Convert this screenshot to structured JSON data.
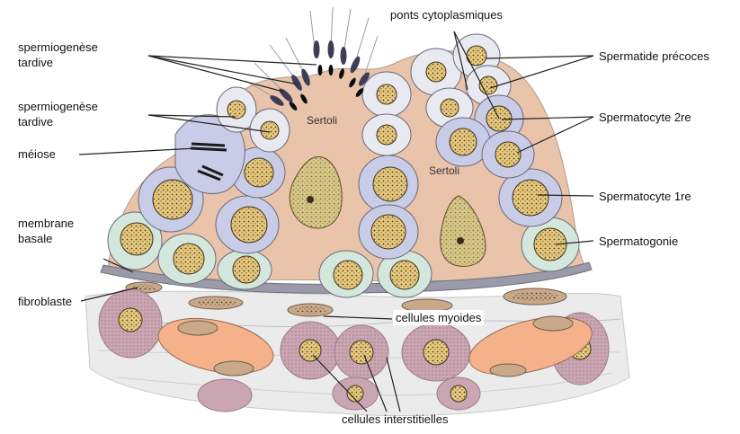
{
  "labels": {
    "spermiogenese_tardive_1": [
      "spermiogenèse",
      "tardive"
    ],
    "spermiogenese_tardive_2": [
      "spermiogenèse",
      "tardive"
    ],
    "meiose": "méiose",
    "membrane_basale": [
      "membrane",
      "basale"
    ],
    "fibroblaste": "fibroblaste",
    "ponts_cytoplasmiques": "ponts cytoplasmiques",
    "spermatide_precoces": "Spermatide précoces",
    "spermatocyte_2re": "Spermatocyte 2re",
    "spermatocyte_1re": "Spermatocyte 1re",
    "spermatogonie": "Spermatogonie",
    "cellules_myoides": "cellules myoides",
    "cellules_interstitielles": "cellules interstitielles",
    "sertoli_left": "Sertoli",
    "sertoli_right": "Sertoli"
  },
  "colors": {
    "sertoli": "#e9c3aa",
    "spermatogonia": "#d4e7dc",
    "primary_spermatocyte": "#c9cce6",
    "spermatid": "#e8e9f1",
    "nucleus": "#e7c97d",
    "nucleus_spots": "#4a3a22",
    "interstitial": "#c9a6b2",
    "orange_cell": "#f5b189",
    "basement": "#9a9aa8"
  }
}
